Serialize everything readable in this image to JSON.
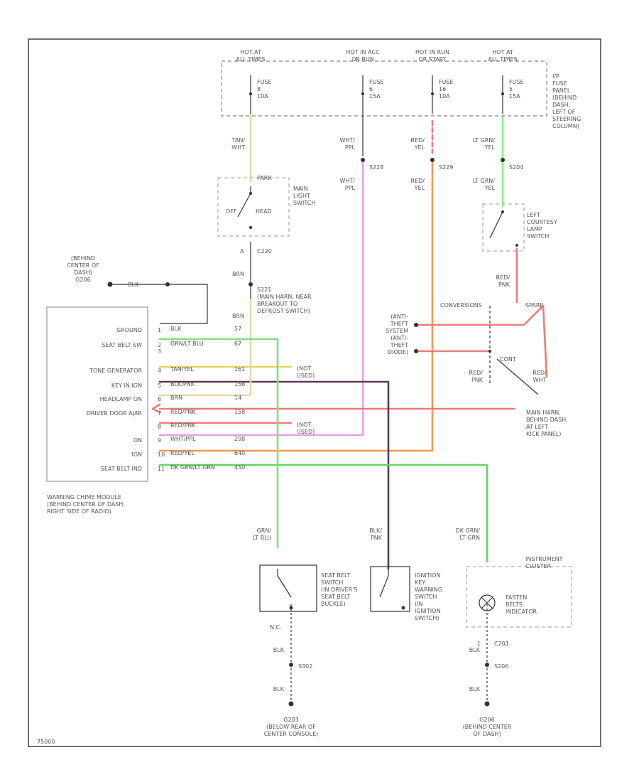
{
  "colors": {
    "tan_wht": "#e8d9a0",
    "wht_ppl": "#e89ee8",
    "red_yel": "#f39a4a",
    "lt_grn_yel": "#7ef07e",
    "red_pnk": "#f07a7a",
    "grn_lt_blu": "#7fe07f",
    "blk_pnk": "#5a3a55",
    "dk_grn_lt_grn": "#60d860",
    "tan_yel": "#e8d35a"
  },
  "power": {
    "hot1": [
      "HOT AT",
      "ALL TIMES"
    ],
    "hot2": [
      "HOT IN ACC",
      "OR RUN"
    ],
    "hot3": [
      "HOT IN RUN",
      "OR START"
    ],
    "hot4": [
      "HOT AT",
      "ALL TIMES"
    ],
    "fuse1": [
      "FUSE",
      "8",
      "10A"
    ],
    "fuse2": [
      "FUSE",
      "6",
      "15A"
    ],
    "fuse3": [
      "FUSE",
      "16",
      "10A"
    ],
    "fuse4": [
      "FUSE",
      "5",
      "15A"
    ],
    "ip_fuse": [
      "I/P",
      "FUSE",
      "PANEL",
      "(BEHIND",
      "DASH,",
      "LEFT OF",
      "STEERING",
      "COLUMN)"
    ]
  },
  "wires": {
    "tan_wht": [
      "TAN/",
      "WHT"
    ],
    "wht_ppl_a": [
      "WHT/",
      "PPL"
    ],
    "red_yel_a": [
      "RED/",
      "YEL"
    ],
    "ltgrn_yel_a": [
      "LT GRN/",
      "YEL"
    ],
    "wht_ppl_b": [
      "WHT/",
      "PPL"
    ],
    "red_yel_b": [
      "RED/",
      "YEL"
    ],
    "ltgrn_yel_b": [
      "LT GRN/",
      "YEL"
    ],
    "brn_a": "BRN",
    "brn_b": "BRN",
    "red_pnk_a": [
      "RED/",
      "PNK"
    ],
    "red_pnk_b": [
      "RED/",
      "PNK"
    ],
    "red_wht": [
      "RED/",
      "WHT"
    ],
    "blk": "BLK",
    "grn_ltblu": [
      "GRN/",
      "LT BLU"
    ],
    "blk_pnk": [
      "BLK/",
      "PNK"
    ],
    "dkgrn_ltgrn": [
      "DK GRN/",
      "LT GRN"
    ],
    "nc": "N.C.",
    "blk_1": "BLK",
    "blk_2": "BLK",
    "blk_3": "BLK",
    "blk_4": "BLK"
  },
  "splices": {
    "s228": "S228",
    "s229": "S229",
    "s204": "S204",
    "c220": "C220",
    "s221": [
      "S221",
      "(MAIN HARN, NEAR",
      "BREAKOUT TO",
      "DEFROST SWITCH)"
    ],
    "s302": "S302",
    "c201": "C201",
    "s206": "S206",
    "g203": [
      "G203",
      "(BELOW REAR OF",
      "CENTER CONSOLE)"
    ],
    "g206_ground": [
      "G206",
      "(BEHIND CENTER",
      "OF DASH)"
    ],
    "g206_top": [
      "(BEHIND",
      "CENTER OF",
      "DASH)",
      "G206"
    ],
    "pin_a": "A",
    "pin_1": "1"
  },
  "components": {
    "main_light_switch": [
      "MAIN",
      "LIGHT",
      "SWITCH"
    ],
    "mls_labels": {
      "park": "PARK",
      "off": "OFF",
      "head": "HEAD"
    },
    "left_courtesy": [
      "LEFT",
      "COURTESY",
      "LAMP",
      "SWITCH"
    ],
    "anti_theft": [
      "(ANTI-",
      "THEFT",
      "SYSTEM",
      "(ANTI-",
      "THEFT",
      "DIODE)"
    ],
    "main_harn": [
      "MAIN HARN,",
      "BEHIND DASH,",
      "AT LEFT",
      "KICK PANEL)"
    ],
    "conv": "CONVERSIONS",
    "spare": "SPARE",
    "cont": "CONT",
    "seat_belt_switch": [
      "SEAT BELT",
      "SWITCH",
      "(IN DRIVER'S",
      "SEAT BELT",
      "BUCKLE)"
    ],
    "ignition_key": [
      "IGNITION",
      "KEY",
      "WARNING",
      "SWITCH",
      "(IN",
      "IGNITION",
      "SWITCH)"
    ],
    "instrument_cluster": [
      "INSTRUMENT",
      "CLUSTER"
    ],
    "fasten_belts": [
      "FASTEN",
      "BELTS",
      "INDICATOR"
    ],
    "warning_module": [
      "WARNING CHIME MODULE",
      "(BEHIND CENTER OF DASH,",
      "RIGHT SIDE OF RADIO)"
    ],
    "not_used_1": [
      "(NOT",
      "USED)"
    ],
    "not_used_2": [
      "(NOT",
      "USED)"
    ],
    "fig_id": "75000"
  },
  "module_pins": [
    {
      "name": "GROUND",
      "wire": "BLK",
      "circuit": "57"
    },
    {
      "name": "SEAT BELT SW",
      "wire": "GRN/LT BLU",
      "circuit": "67"
    },
    {
      "name": "",
      "wire": "",
      "circuit": ""
    },
    {
      "name": "TONE GENERATOR",
      "wire": "TAN/YEL",
      "circuit": "161"
    },
    {
      "name": "KEY IN IGN",
      "wire": "BLK/PNK",
      "circuit": "158"
    },
    {
      "name": "HEADLAMP ON",
      "wire": "BRN",
      "circuit": "14"
    },
    {
      "name": "DRIVER DOOR AJAR",
      "wire": "RED/PNK",
      "circuit": "158"
    },
    {
      "name": "",
      "wire": "RED/PNK",
      "circuit": ""
    },
    {
      "name": "ON",
      "wire": "WHT/PPL",
      "circuit": "298"
    },
    {
      "name": "IGN",
      "wire": "RED/YEL",
      "circuit": "640"
    },
    {
      "name": "SEAT BELT IND",
      "wire": "DK GRN/LT GRN",
      "circuit": "450"
    }
  ],
  "pin_nums": [
    "1",
    "2",
    "3",
    "4",
    "5",
    "6",
    "7",
    "8",
    "9",
    "10",
    "11"
  ]
}
